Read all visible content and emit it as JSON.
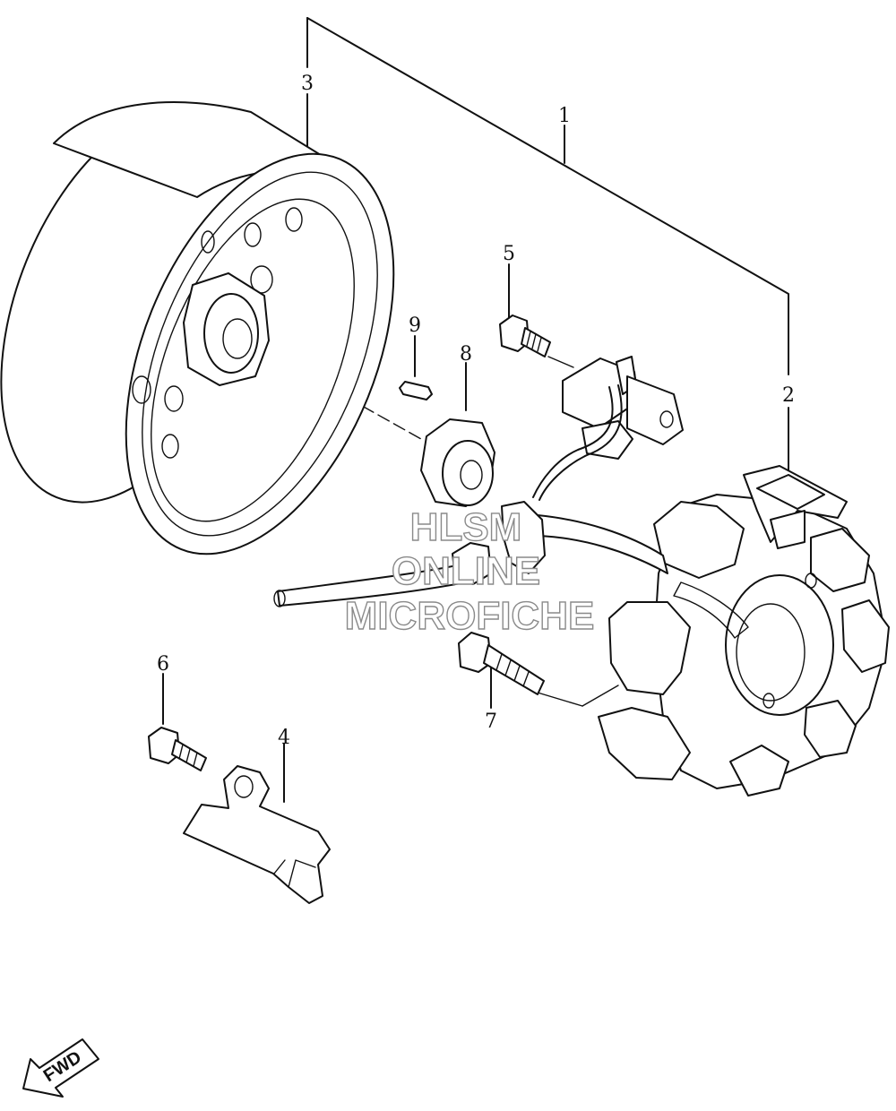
{
  "callouts": [
    {
      "id": "1",
      "label": "1"
    },
    {
      "id": "2",
      "label": "2"
    },
    {
      "id": "3",
      "label": "3"
    },
    {
      "id": "4",
      "label": "4"
    },
    {
      "id": "5",
      "label": "5"
    },
    {
      "id": "6",
      "label": "6"
    },
    {
      "id": "7",
      "label": "7"
    },
    {
      "id": "8",
      "label": "8"
    },
    {
      "id": "9",
      "label": "9"
    }
  ],
  "watermark": {
    "line1": "HLSM",
    "line2": "ONLINE",
    "line3": "MICROFICHE",
    "color": "#8a8a8a"
  },
  "direction_marker": {
    "label": "FWD",
    "icon": "arrow-left-down-icon"
  },
  "colors": {
    "ink": "#111111",
    "paper": "#ffffff"
  }
}
